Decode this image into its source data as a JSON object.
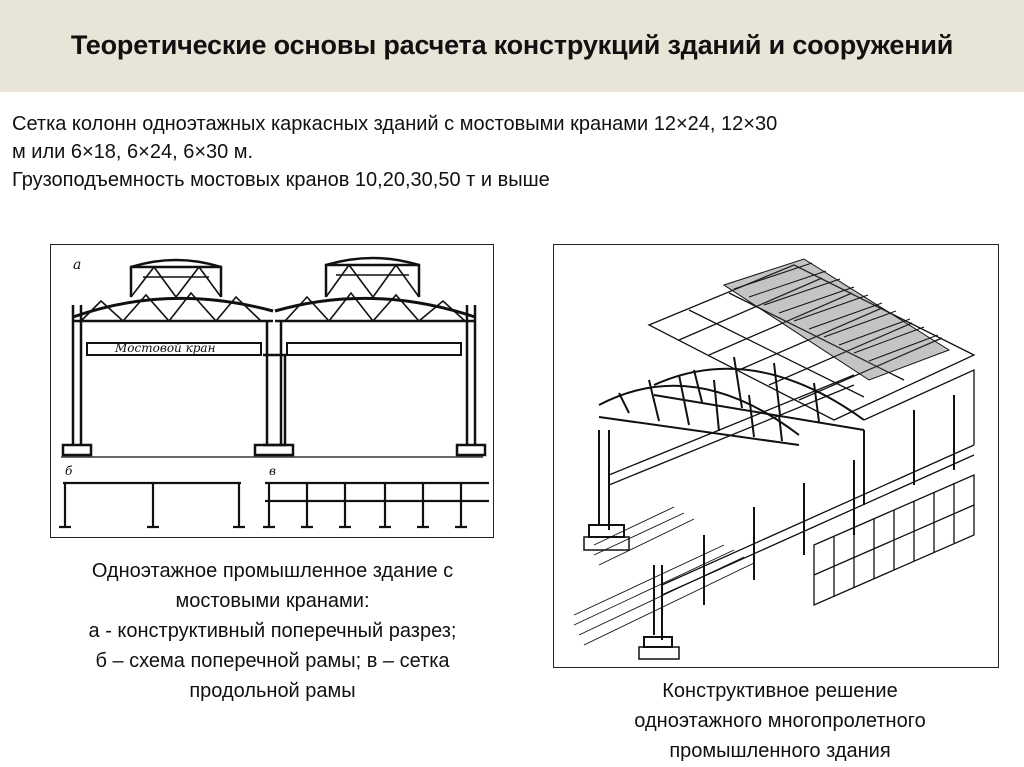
{
  "title": "Теоретические основы расчета конструкций зданий и сооружений",
  "intro": {
    "lines": [
      "Сетка колонн  одноэтажных каркасных зданий с мостовыми кранами 12×24, 12×30",
      "м  или  6×18, 6×24, 6×30 м.",
      "Грузоподъемность мостовых кранов 10,20,30,50 т и выше"
    ]
  },
  "figure_left": {
    "crane_label": "Мостовой кран",
    "labels": {
      "a": "a",
      "b": "б",
      "v": "в"
    },
    "caption_lines": [
      "Одноэтажное промышленное здание с",
      "мостовыми кранами:",
      "а - конструктивный поперечный разрез;",
      "б – схема поперечной рамы; в – сетка",
      "продольной рамы"
    ]
  },
  "figure_right": {
    "caption_lines": [
      "Конструктивное решение",
      "одноэтажного многопролетного",
      "промышленного здания"
    ]
  },
  "colors": {
    "header_bg": "#e8e4d8",
    "ink": "#111111",
    "panel_border": "#222222"
  }
}
